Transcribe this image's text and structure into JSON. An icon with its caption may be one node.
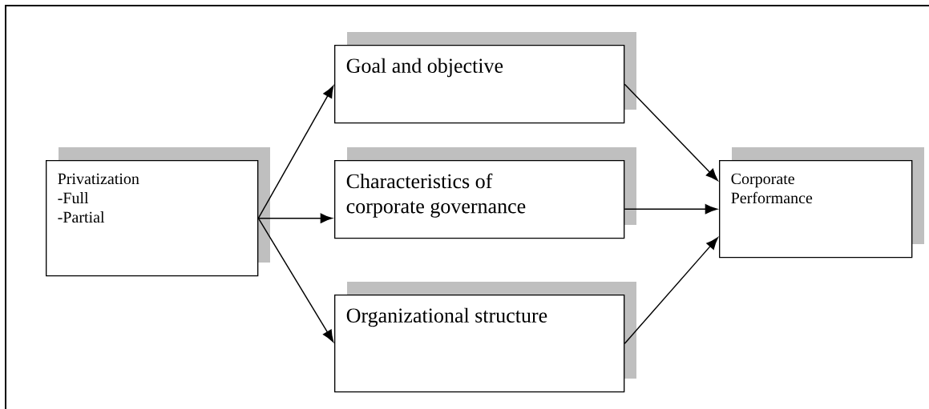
{
  "diagram": {
    "nodes": [
      {
        "text": [
          "Privatization",
          "-Full",
          "-Partial"
        ]
      },
      {
        "text": [
          "Goal and objective"
        ]
      },
      {
        "text": [
          "Characteristics of corporate governance"
        ]
      },
      {
        "text": [
          "Organizational structure"
        ]
      },
      {
        "text": [
          "Corporate Performance"
        ]
      }
    ],
    "edges": [
      {
        "from": 0,
        "to": 1,
        "arrow": "to"
      },
      {
        "from": 0,
        "to": 2,
        "arrow": "to"
      },
      {
        "from": 0,
        "to": 3,
        "arrow": "to"
      },
      {
        "from": 1,
        "to": 4,
        "arrow": "to"
      },
      {
        "from": 2,
        "to": 4,
        "arrow": "to"
      },
      {
        "from": 3,
        "to": 4,
        "arrow": "to"
      }
    ]
  }
}
